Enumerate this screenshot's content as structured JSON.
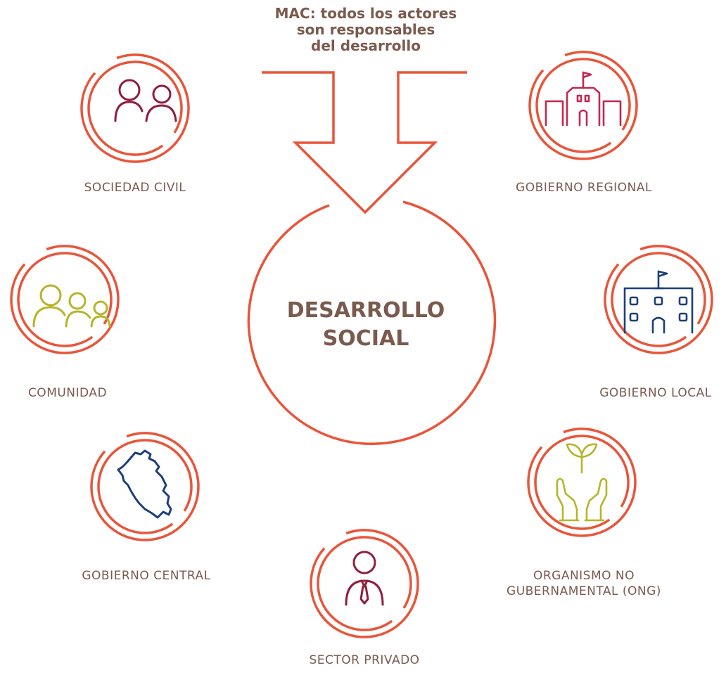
{
  "diagram": {
    "title_lines": [
      "MAC: todos los actores",
      "son responsables",
      "del desarrollo"
    ],
    "center_lines": [
      "DESARROLLO",
      "SOCIAL"
    ],
    "colors": {
      "ring": "#e8553a",
      "text": "#7a5a4e",
      "maroon": "#8f1f3f",
      "olive": "#b5b52a",
      "crimson": "#c2284f",
      "navy": "#1c3f7a"
    },
    "nodes": [
      {
        "id": "sociedad-civil",
        "label_lines": [
          "SOCIEDAD CIVIL"
        ],
        "icon": "two-people-icon",
        "icon_color": "maroon"
      },
      {
        "id": "gobierno-regional",
        "label_lines": [
          "GOBIERNO REGIONAL"
        ],
        "icon": "regional-building-icon",
        "icon_color": "crimson"
      },
      {
        "id": "comunidad",
        "label_lines": [
          "COMUNIDAD"
        ],
        "icon": "three-people-icon",
        "icon_color": "olive"
      },
      {
        "id": "gobierno-local",
        "label_lines": [
          "GOBIERNO LOCAL"
        ],
        "icon": "local-building-icon",
        "icon_color": "navy"
      },
      {
        "id": "gobierno-central",
        "label_lines": [
          "GOBIERNO CENTRAL"
        ],
        "icon": "peru-map-icon",
        "icon_color": "navy"
      },
      {
        "id": "ong",
        "label_lines": [
          "ORGANISMO NO",
          "GUBERNAMENTAL (ONG)"
        ],
        "icon": "hands-plant-icon",
        "icon_color": "olive"
      },
      {
        "id": "sector-privado",
        "label_lines": [
          "SECTOR PRIVADO"
        ],
        "icon": "business-person-icon",
        "icon_color": "maroon"
      }
    ]
  }
}
